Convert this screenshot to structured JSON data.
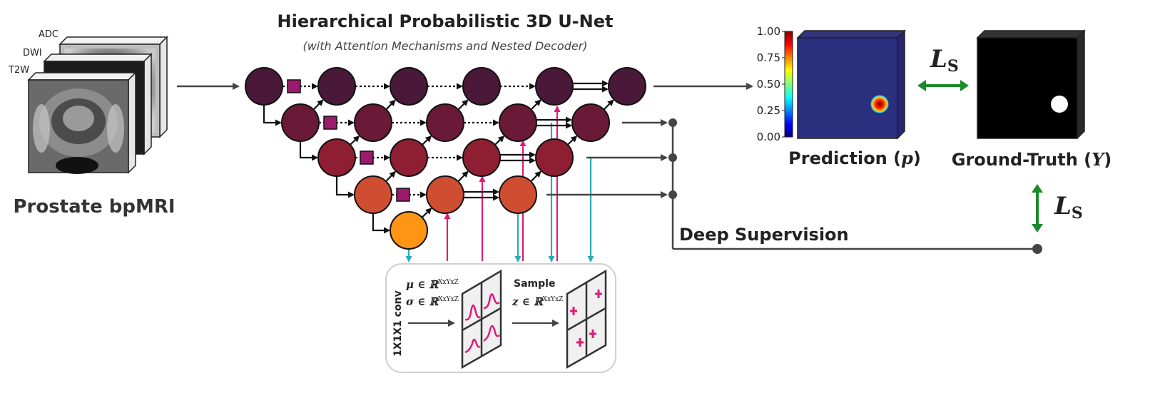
{
  "title": "Hierarchical Probabilistic 3D U-Net",
  "subtitle": "(with Attention Mechanisms and Nested Decoder)",
  "input": {
    "label": "Prostate bpMRI",
    "channels": [
      "ADC",
      "DWI",
      "T2W"
    ]
  },
  "prediction": {
    "label_prefix": "Prediction (",
    "label_symbol": "p",
    "label_suffix": ")",
    "colorbar_ticks": [
      "1.00",
      "0.75",
      "0.50",
      "0.25",
      "0.00"
    ]
  },
  "ground_truth": {
    "label_prefix": "Ground-Truth (",
    "label_symbol": "Y",
    "label_suffix": ")"
  },
  "loss": {
    "symbol": "L",
    "subscript": "S"
  },
  "deep_supervision": "Deep Supervision",
  "latent_box": {
    "conv_label": "1X1X1 conv",
    "mu_line": "μ ∈ ℝ",
    "sigma_line": "σ ∈ ℝ",
    "dims": "XxYxZ",
    "sample_label": "Sample",
    "z_line": "z ∈ ℝ"
  },
  "colors": {
    "level0": "#4a1838",
    "level1": "#6a1a36",
    "level2": "#8e1e32",
    "level3": "#cf4e32",
    "bottleneck": "#ff9415",
    "attention": "#9c1a6e",
    "pink": "#e0197a",
    "teal": "#2aabb8",
    "green": "#1a8a2a",
    "arrow": "#444444"
  }
}
